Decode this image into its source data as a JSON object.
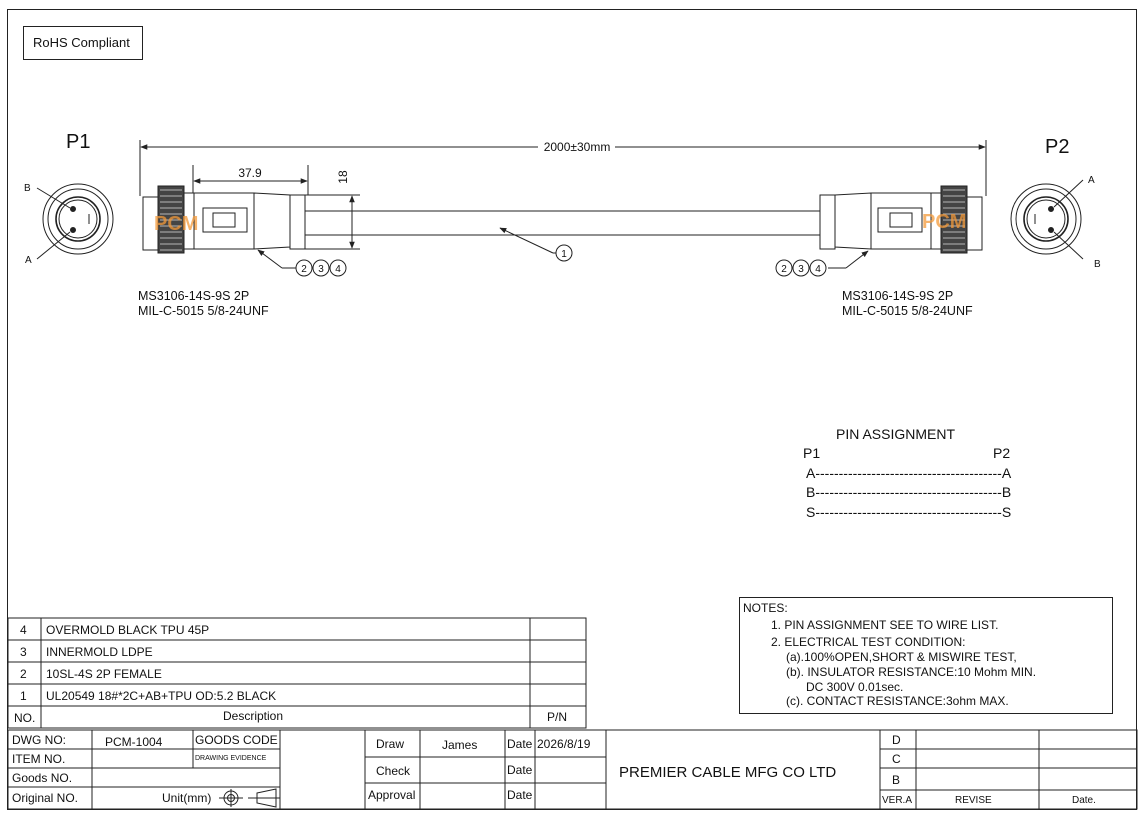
{
  "rohs": "RoHS Compliant",
  "connectors": {
    "p1_label": "P1",
    "p2_label": "P2",
    "p1_pin_top": "B",
    "p1_pin_bottom": "A",
    "p2_pin_top": "A",
    "p2_pin_bottom": "B",
    "left_part_line1": "MS3106-14S-9S     2P",
    "left_part_line2": "MIL-C-5015  5/8-24UNF",
    "right_part_line1": "MS3106-14S-9S     2P",
    "right_part_line2": "MIL-C-5015  5/8-24UNF",
    "brand": "PCM"
  },
  "dimensions": {
    "length": "2000±30mm",
    "connector_length": "37.9",
    "connector_height": "18"
  },
  "balloons": {
    "cable": "1",
    "left": [
      "2",
      "3",
      "4"
    ],
    "right": [
      "2",
      "3",
      "4"
    ]
  },
  "pin_assignment": {
    "title": "PIN  ASSIGNMENT",
    "col_p1": "P1",
    "col_p2": "P2",
    "rows": [
      "A----------------------------------------A",
      "B----------------------------------------B",
      "S----------------------------------------S"
    ]
  },
  "notes": {
    "title": "NOTES:",
    "lines": [
      "1. PIN ASSIGNMENT SEE TO WIRE LIST.",
      "2. ELECTRICAL TEST CONDITION:",
      "(a).100%OPEN,SHORT & MISWIRE TEST,",
      "(b). INSULATOR RESISTANCE:10 Mohm MIN.",
      "DC 300V 0.01sec.",
      "(c). CONTACT RESISTANCE:3ohm MAX."
    ]
  },
  "bom": {
    "rows": [
      {
        "no": "4",
        "desc": "OVERMOLD BLACK TPU 45P"
      },
      {
        "no": "3",
        "desc": "INNERMOLD LDPE"
      },
      {
        "no": "2",
        "desc": "10SL-4S  2P FEMALE"
      },
      {
        "no": "1",
        "desc": "UL20549 18#*2C+AB+TPU OD:5.2 BLACK"
      }
    ],
    "header_no": "NO.",
    "header_desc": "Description",
    "header_pn": "P/N"
  },
  "title_block": {
    "dwg_no_label": "DWG NO:",
    "dwg_no": "PCM-1004",
    "goods_code_label": "GOODS CODE",
    "drawing_evidence": "DRAWING EVIDENCE",
    "item_no_label": "ITEM NO.",
    "goods_no_label": "Goods NO.",
    "original_no_label": "Original NO.",
    "unit_label": "Unit(mm)",
    "draw_label": "Draw",
    "draw_name": "James",
    "check_label": "Check",
    "approval_label": "Approval",
    "date_label": "Date",
    "date_value": "2026/8/19",
    "company": "PREMIER CABLE MFG CO LTD",
    "rev_d": "D",
    "rev_c": "C",
    "rev_b": "B",
    "ver": "VER.A",
    "revise": "REVISE",
    "date_col": "Date."
  }
}
